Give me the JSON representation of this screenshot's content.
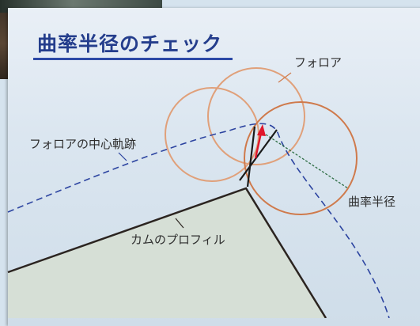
{
  "title": "曲率半径のチェック",
  "labels": {
    "follower": "フォロア",
    "follower_center_path": "フォロアの中心軌跡",
    "radius_of_curvature": "曲率半径",
    "cam_profile": "カムのプロフィル"
  },
  "colors": {
    "title": "#243d8c",
    "path": "#2c44a0",
    "circle": "#e39a72",
    "arrow": "#e0162b",
    "cam_fill": "#d6dfd6"
  }
}
